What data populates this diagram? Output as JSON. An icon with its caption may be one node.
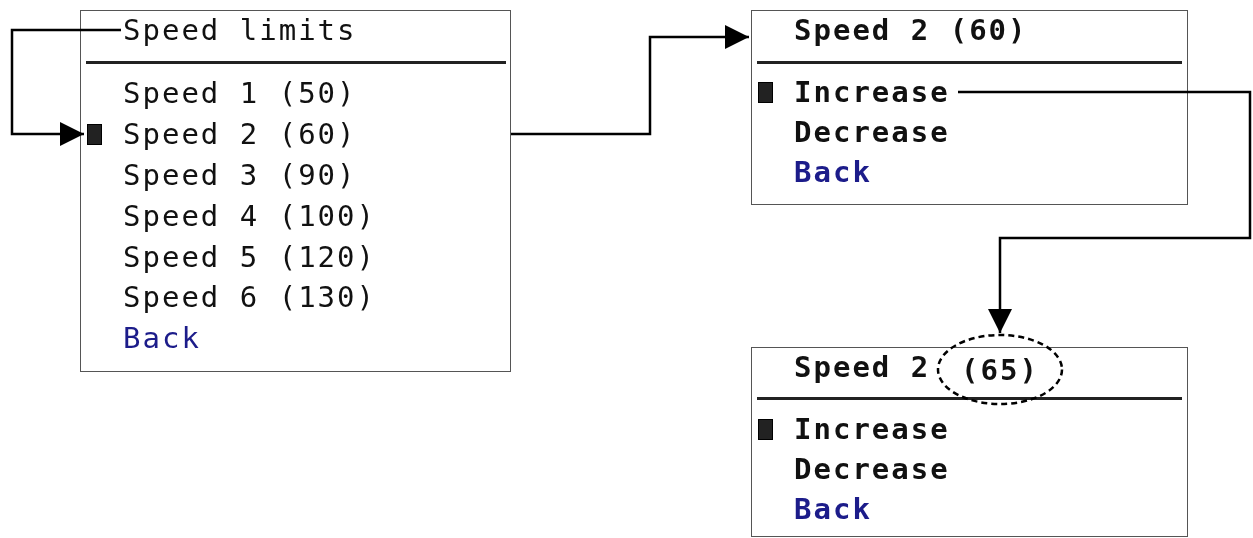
{
  "diagram": {
    "nodes": [
      {
        "text": [],
        "shape": "box"
      },
      {
        "text": [
          "Speed limits"
        ],
        "in": 0
      },
      {
        "text": [
          "Speed 1 (50)"
        ],
        "in": 0
      },
      {
        "text": [
          "Speed 2 (60)"
        ],
        "in": 0
      },
      {
        "text": [
          "Speed 3 (90)"
        ],
        "in": 0
      },
      {
        "text": [
          "Speed 4 (100)"
        ],
        "in": 0
      },
      {
        "text": [
          "Speed 5 (120)"
        ],
        "in": 0
      },
      {
        "text": [
          "Speed 6 (130)"
        ],
        "in": 0
      },
      {
        "text": [
          "Back"
        ],
        "in": 0
      },
      {
        "text": [],
        "shape": "box"
      },
      {
        "text": [
          "Speed 2 (60)"
        ],
        "in": 9
      },
      {
        "text": [
          "Increase"
        ],
        "in": 9
      },
      {
        "text": [
          "Decrease"
        ],
        "in": 9
      },
      {
        "text": [
          "Back"
        ],
        "in": 9
      },
      {
        "text": [],
        "shape": "box"
      },
      {
        "text": [
          "Speed 2"
        ],
        "in": 14
      },
      {
        "text": [
          "(65)"
        ],
        "in": 14
      },
      {
        "text": [
          "Increase"
        ],
        "in": 14
      },
      {
        "text": [
          "Decrease"
        ],
        "in": 14
      },
      {
        "text": [
          "Back"
        ],
        "in": 14
      }
    ],
    "edges": [
      {
        "from": 1,
        "to": 3,
        "arrow": "to"
      },
      {
        "from": 0,
        "to": 9,
        "arrow": "to"
      },
      {
        "from": 11,
        "to": 16,
        "arrow": "to"
      }
    ]
  }
}
